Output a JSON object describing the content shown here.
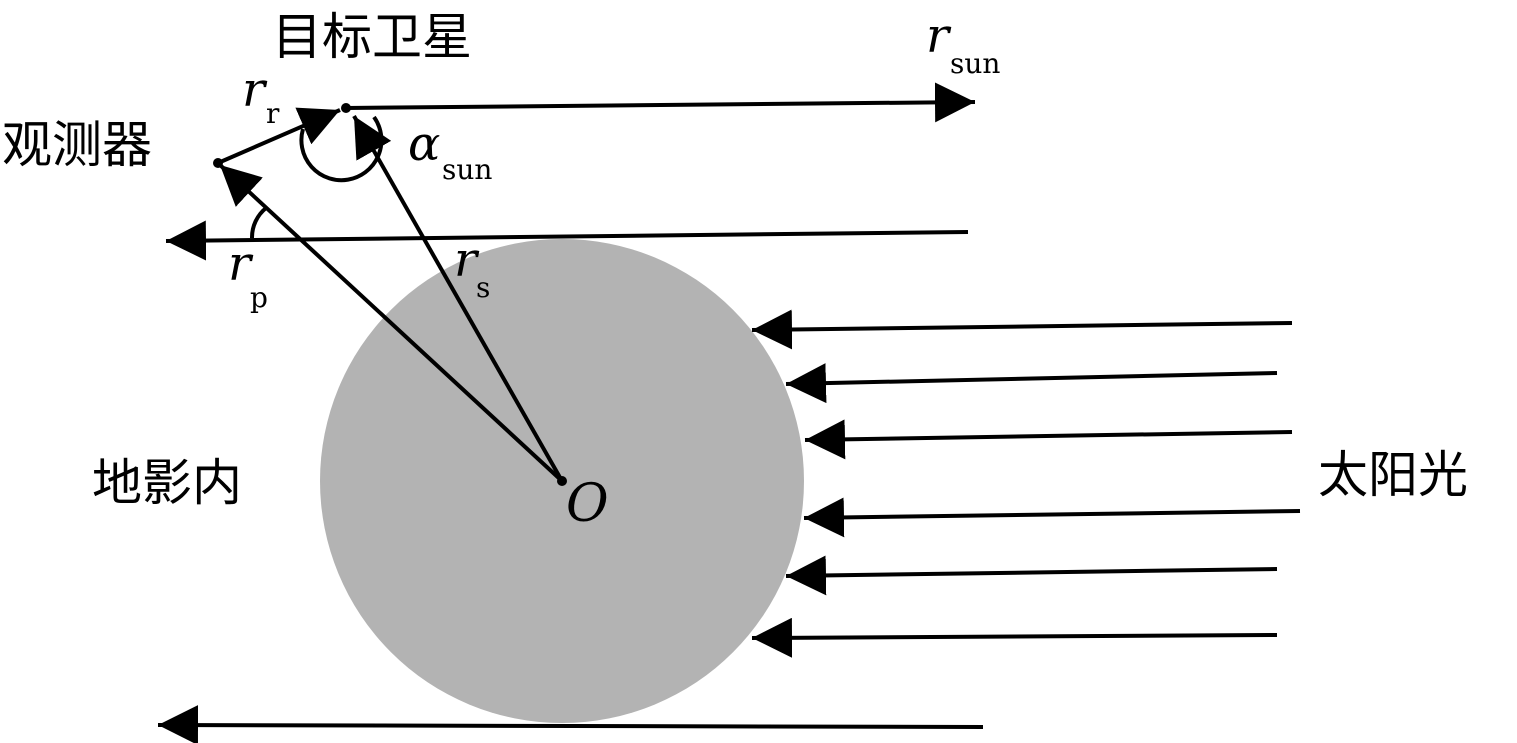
{
  "colors": {
    "earth": "#b3b3b3",
    "ink": "#000000",
    "background": "#ffffff"
  },
  "labels": {
    "target_satellite": "目标卫星",
    "observer": "观测器",
    "earth_shadow": "地影内",
    "sunlight": "太阳光",
    "origin": "O",
    "r_sun": {
      "base": "r",
      "sub": "sun"
    },
    "r_r": {
      "base": "r",
      "sub": "r"
    },
    "alpha_sun": {
      "base": "α",
      "sub": "sun"
    },
    "r_p": {
      "base": "r",
      "sub": "p"
    },
    "r_s": {
      "base": "r",
      "sub": "s"
    }
  }
}
